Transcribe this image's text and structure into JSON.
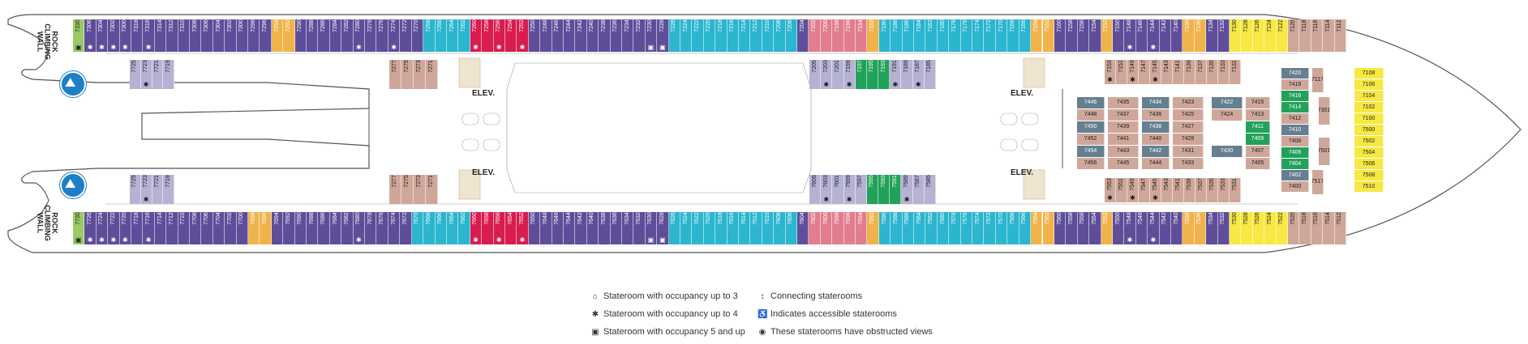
{
  "map": {
    "elevator_label": "ELEV.",
    "wall_label_line1": "ROCK",
    "wall_label_line2": "CLIMBING",
    "wall_label_line3": "WALL"
  },
  "colors": {
    "purple": "#5e4e9a",
    "lavender": "#b5b2d4",
    "teal": "#2bb5cf",
    "orange": "#f0b34b",
    "red": "#d91c50",
    "pink": "#e27d8e",
    "tan": "#cfa79a",
    "slate": "#657f91",
    "green": "#22a15a",
    "yellow": "#f7e843",
    "lime": "#9bc965",
    "hull": "#555555"
  },
  "legend": {
    "occ3": "Stateroom with occupancy up to 3",
    "occ4": "Stateroom with occupancy up to 4",
    "occ5": "Stateroom with occupancy 5 and up",
    "connecting": "Connecting staterooms",
    "accessible": "Indicates accessible staterooms",
    "obstructed": "These staterooms have obstructed views"
  },
  "cabins_top": [
    [
      "7330",
      "lime",
      "5"
    ],
    [
      "7306",
      "purple",
      "*"
    ],
    [
      "7304",
      "purple",
      "*"
    ],
    [
      "7302",
      "purple",
      "*"
    ],
    [
      "7300",
      "purple",
      "*"
    ],
    [
      "7318",
      "purple",
      ""
    ],
    [
      "7316",
      "purple",
      "*"
    ],
    [
      "7314",
      "purple",
      ""
    ],
    [
      "7312",
      "purple",
      ""
    ],
    [
      "7310",
      "purple",
      ""
    ],
    [
      "7308",
      "purple",
      ""
    ],
    [
      "7306",
      "purple",
      ""
    ],
    [
      "7304",
      "purple",
      ""
    ],
    [
      "7302",
      "purple",
      ""
    ],
    [
      "7300",
      "purple",
      ""
    ],
    [
      "7298",
      "purple",
      ""
    ],
    [
      "7296",
      "purple",
      ""
    ],
    [
      "7294",
      "orange",
      ""
    ],
    [
      "7292",
      "orange",
      ""
    ],
    [
      "7290",
      "purple",
      ""
    ],
    [
      "7288",
      "purple",
      ""
    ],
    [
      "7286",
      "purple",
      ""
    ],
    [
      "7284",
      "purple",
      ""
    ],
    [
      "7282",
      "purple",
      ""
    ],
    [
      "7280",
      "purple",
      "*"
    ],
    [
      "7278",
      "purple",
      ""
    ],
    [
      "7276",
      "purple",
      ""
    ],
    [
      "7274",
      "purple",
      "*"
    ],
    [
      "7272",
      "purple",
      ""
    ],
    [
      "7270",
      "purple",
      ""
    ],
    [
      "7268",
      "teal",
      ""
    ],
    [
      "7266",
      "teal",
      ""
    ],
    [
      "7264",
      "teal",
      ""
    ],
    [
      "7262",
      "teal",
      ""
    ],
    [
      "7260",
      "red",
      "*"
    ],
    [
      "7258",
      "red",
      ""
    ],
    [
      "7256",
      "red",
      "*"
    ],
    [
      "7254",
      "red",
      ""
    ],
    [
      "7252",
      "red",
      "*"
    ],
    [
      "7250",
      "purple",
      ""
    ],
    [
      "7248",
      "purple",
      ""
    ],
    [
      "7246",
      "purple",
      ""
    ],
    [
      "7244",
      "purple",
      ""
    ],
    [
      "7242",
      "purple",
      ""
    ],
    [
      "7240",
      "purple",
      ""
    ],
    [
      "7238",
      "purple",
      ""
    ],
    [
      "7236",
      "purple",
      ""
    ],
    [
      "7234",
      "purple",
      ""
    ],
    [
      "7232",
      "purple",
      ""
    ],
    [
      "7230",
      "purple",
      "5"
    ],
    [
      "7228",
      "purple",
      "5"
    ],
    [
      "7226",
      "teal",
      ""
    ],
    [
      "7224",
      "teal",
      ""
    ],
    [
      "7222",
      "teal",
      ""
    ],
    [
      "7220",
      "teal",
      ""
    ],
    [
      "7218",
      "teal",
      ""
    ],
    [
      "7216",
      "teal",
      ""
    ],
    [
      "7214",
      "teal",
      ""
    ],
    [
      "7212",
      "teal",
      ""
    ],
    [
      "7210",
      "teal",
      ""
    ],
    [
      "7208",
      "teal",
      ""
    ],
    [
      "7206",
      "teal",
      ""
    ],
    [
      "7204",
      "purple",
      ""
    ],
    [
      "7202",
      "pink",
      ""
    ],
    [
      "7200",
      "pink",
      ""
    ],
    [
      "7198",
      "pink",
      ""
    ],
    [
      "7196",
      "pink",
      ""
    ],
    [
      "7194",
      "pink",
      ""
    ],
    [
      "7192",
      "orange",
      ""
    ],
    [
      "7190",
      "teal",
      ""
    ],
    [
      "7188",
      "teal",
      ""
    ],
    [
      "7186",
      "teal",
      ""
    ],
    [
      "7184",
      "teal",
      ""
    ],
    [
      "7182",
      "teal",
      ""
    ],
    [
      "7180",
      "teal",
      ""
    ],
    [
      "7178",
      "teal",
      ""
    ],
    [
      "7176",
      "teal",
      ""
    ],
    [
      "7174",
      "teal",
      ""
    ],
    [
      "7172",
      "teal",
      ""
    ],
    [
      "7170",
      "teal",
      ""
    ],
    [
      "7168",
      "teal",
      ""
    ],
    [
      "7166",
      "teal",
      ""
    ],
    [
      "7164",
      "orange",
      ""
    ],
    [
      "7162",
      "orange",
      ""
    ],
    [
      "7160",
      "purple",
      ""
    ],
    [
      "7158",
      "purple",
      ""
    ],
    [
      "7156",
      "purple",
      ""
    ],
    [
      "7154",
      "purple",
      ""
    ],
    [
      "7152",
      "orange",
      ""
    ],
    [
      "7150",
      "purple",
      ""
    ],
    [
      "7148",
      "purple",
      "*"
    ],
    [
      "7146",
      "purple",
      ""
    ],
    [
      "7144",
      "purple",
      "*"
    ],
    [
      "7142",
      "purple",
      ""
    ],
    [
      "7140",
      "purple",
      ""
    ],
    [
      "7138",
      "orange",
      ""
    ],
    [
      "7136",
      "orange",
      ""
    ],
    [
      "7134",
      "purple",
      ""
    ],
    [
      "7132",
      "purple",
      ""
    ],
    [
      "7130",
      "yellow",
      ""
    ],
    [
      "7128",
      "yellow",
      ""
    ],
    [
      "7126",
      "yellow",
      ""
    ],
    [
      "7124",
      "yellow",
      ""
    ],
    [
      "7122",
      "yellow",
      ""
    ],
    [
      "7120",
      "tan",
      ""
    ],
    [
      "7118",
      "tan",
      ""
    ],
    [
      "7116",
      "tan",
      ""
    ],
    [
      "7114",
      "tan",
      ""
    ],
    [
      "7112",
      "tan",
      ""
    ]
  ],
  "cabins_bottom": [
    [
      "7730",
      "lime",
      "5"
    ],
    [
      "7726",
      "purple",
      "*"
    ],
    [
      "7724",
      "purple",
      "*"
    ],
    [
      "7722",
      "purple",
      "*"
    ],
    [
      "7720",
      "purple",
      "*"
    ],
    [
      "7718",
      "purple",
      ""
    ],
    [
      "7716",
      "purple",
      "*"
    ],
    [
      "7714",
      "purple",
      ""
    ],
    [
      "7712",
      "purple",
      ""
    ],
    [
      "7710",
      "purple",
      ""
    ],
    [
      "7708",
      "purple",
      ""
    ],
    [
      "7706",
      "purple",
      ""
    ],
    [
      "7704",
      "purple",
      ""
    ],
    [
      "7702",
      "purple",
      ""
    ],
    [
      "7700",
      "purple",
      ""
    ],
    [
      "7698",
      "orange",
      ""
    ],
    [
      "7696",
      "orange",
      ""
    ],
    [
      "7694",
      "purple",
      ""
    ],
    [
      "7692",
      "purple",
      ""
    ],
    [
      "7690",
      "purple",
      ""
    ],
    [
      "7688",
      "purple",
      ""
    ],
    [
      "7686",
      "purple",
      ""
    ],
    [
      "7684",
      "purple",
      ""
    ],
    [
      "7682",
      "purple",
      ""
    ],
    [
      "7680",
      "purple",
      "*"
    ],
    [
      "7678",
      "purple",
      ""
    ],
    [
      "7676",
      "purple",
      ""
    ],
    [
      "7674",
      "purple",
      ""
    ],
    [
      "7672",
      "purple",
      ""
    ],
    [
      "7670",
      "teal",
      ""
    ],
    [
      "7668",
      "teal",
      ""
    ],
    [
      "7666",
      "teal",
      ""
    ],
    [
      "7664",
      "teal",
      ""
    ],
    [
      "7662",
      "teal",
      ""
    ],
    [
      "7660",
      "red",
      "*"
    ],
    [
      "7658",
      "red",
      ""
    ],
    [
      "7656",
      "red",
      "*"
    ],
    [
      "7654",
      "red",
      ""
    ],
    [
      "7652",
      "red",
      "*"
    ],
    [
      "7650",
      "purple",
      ""
    ],
    [
      "7648",
      "purple",
      ""
    ],
    [
      "7646",
      "purple",
      ""
    ],
    [
      "7644",
      "purple",
      ""
    ],
    [
      "7642",
      "purple",
      ""
    ],
    [
      "7640",
      "purple",
      ""
    ],
    [
      "7638",
      "purple",
      ""
    ],
    [
      "7636",
      "purple",
      ""
    ],
    [
      "7634",
      "purple",
      ""
    ],
    [
      "7632",
      "purple",
      ""
    ],
    [
      "7630",
      "purple",
      "5"
    ],
    [
      "7628",
      "purple",
      "5"
    ],
    [
      "7626",
      "teal",
      ""
    ],
    [
      "7624",
      "teal",
      ""
    ],
    [
      "7622",
      "teal",
      ""
    ],
    [
      "7620",
      "teal",
      ""
    ],
    [
      "7618",
      "teal",
      ""
    ],
    [
      "7616",
      "teal",
      ""
    ],
    [
      "7614",
      "teal",
      ""
    ],
    [
      "7612",
      "teal",
      ""
    ],
    [
      "7610",
      "teal",
      ""
    ],
    [
      "7608",
      "teal",
      ""
    ],
    [
      "7606",
      "teal",
      ""
    ],
    [
      "7604",
      "purple",
      ""
    ],
    [
      "7602",
      "pink",
      ""
    ],
    [
      "7600",
      "pink",
      ""
    ],
    [
      "7598",
      "pink",
      ""
    ],
    [
      "7596",
      "pink",
      ""
    ],
    [
      "7594",
      "pink",
      ""
    ],
    [
      "7592",
      "orange",
      ""
    ],
    [
      "7590",
      "teal",
      ""
    ],
    [
      "7588",
      "teal",
      ""
    ],
    [
      "7586",
      "teal",
      ""
    ],
    [
      "7584",
      "teal",
      ""
    ],
    [
      "7582",
      "teal",
      ""
    ],
    [
      "7580",
      "teal",
      ""
    ],
    [
      "7578",
      "teal",
      ""
    ],
    [
      "7576",
      "teal",
      ""
    ],
    [
      "7574",
      "teal",
      ""
    ],
    [
      "7572",
      "teal",
      ""
    ],
    [
      "7570",
      "teal",
      ""
    ],
    [
      "7568",
      "teal",
      ""
    ],
    [
      "7566",
      "teal",
      ""
    ],
    [
      "7564",
      "orange",
      ""
    ],
    [
      "7562",
      "orange",
      ""
    ],
    [
      "7560",
      "purple",
      ""
    ],
    [
      "7558",
      "purple",
      ""
    ],
    [
      "7556",
      "purple",
      ""
    ],
    [
      "7554",
      "purple",
      ""
    ],
    [
      "7552",
      "orange",
      ""
    ],
    [
      "7550",
      "purple",
      ""
    ],
    [
      "7548",
      "purple",
      "*"
    ],
    [
      "7546",
      "purple",
      ""
    ],
    [
      "7544",
      "purple",
      "*"
    ],
    [
      "7542",
      "purple",
      ""
    ],
    [
      "7540",
      "purple",
      ""
    ],
    [
      "7538",
      "orange",
      ""
    ],
    [
      "7536",
      "orange",
      ""
    ],
    [
      "7534",
      "purple",
      ""
    ],
    [
      "7532",
      "purple",
      ""
    ],
    [
      "7530",
      "yellow",
      ""
    ],
    [
      "7528",
      "yellow",
      ""
    ],
    [
      "7526",
      "yellow",
      ""
    ],
    [
      "7524",
      "yellow",
      ""
    ],
    [
      "7522",
      "yellow",
      ""
    ],
    [
      "7520",
      "tan",
      ""
    ],
    [
      "7518",
      "tan",
      ""
    ],
    [
      "7516",
      "tan",
      ""
    ],
    [
      "7514",
      "tan",
      ""
    ],
    [
      "7512",
      "tan",
      ""
    ]
  ],
  "inner_top": [
    [
      "7725",
      "lavender",
      ""
    ],
    [
      "7723",
      "lavender",
      "*"
    ],
    [
      "7721",
      "lavender",
      ""
    ],
    [
      "7719",
      "lavender",
      ""
    ]
  ],
  "inner_top2": [
    [
      "7277",
      "tan",
      ""
    ],
    [
      "7275",
      "tan",
      ""
    ],
    [
      "7273",
      "tan",
      ""
    ],
    [
      "7271",
      "tan",
      ""
    ]
  ],
  "inner_center_top": [
    [
      "7205",
      "lavender",
      ""
    ],
    [
      "7203",
      "lavender",
      "*"
    ],
    [
      "7201",
      "lavender",
      ""
    ],
    [
      "7199",
      "lavender",
      "*"
    ],
    [
      "7197",
      "green",
      ""
    ],
    [
      "7195",
      "green",
      ""
    ],
    [
      "7193",
      "green",
      ""
    ],
    [
      "7191",
      "lavender",
      "*"
    ],
    [
      "7189",
      "lavender",
      ""
    ],
    [
      "7187",
      "lavender",
      "*"
    ],
    [
      "7185",
      "lavender",
      ""
    ]
  ],
  "inner_center_bottom": [
    [
      "7605",
      "lavender",
      ""
    ],
    [
      "7603",
      "lavender",
      "*"
    ],
    [
      "7601",
      "lavender",
      ""
    ],
    [
      "7599",
      "lavender",
      "*"
    ],
    [
      "7597",
      "lavender",
      ""
    ],
    [
      "7595",
      "green",
      ""
    ],
    [
      "7593",
      "green",
      ""
    ],
    [
      "7591",
      "green",
      ""
    ],
    [
      "7589",
      "lavender",
      "*"
    ],
    [
      "7587",
      "lavender",
      ""
    ],
    [
      "7585",
      "lavender",
      ""
    ]
  ],
  "inner_fwd_top": [
    [
      "7153",
      "tan",
      "*"
    ],
    [
      "7151",
      "tan",
      ""
    ],
    [
      "7149",
      "tan",
      "*"
    ],
    [
      "7147",
      "tan",
      ""
    ],
    [
      "7145",
      "tan",
      "*"
    ],
    [
      "7143",
      "tan",
      ""
    ],
    [
      "7141",
      "tan",
      ""
    ],
    [
      "7139",
      "tan",
      ""
    ],
    [
      "7137",
      "tan",
      ""
    ],
    [
      "7135",
      "tan",
      ""
    ],
    [
      "7133",
      "tan",
      ""
    ],
    [
      "7131",
      "tan",
      ""
    ]
  ],
  "inner_fwd_bottom": [
    [
      "7553",
      "tan",
      "*"
    ],
    [
      "7551",
      "tan",
      ""
    ],
    [
      "7549",
      "tan",
      "*"
    ],
    [
      "7547",
      "tan",
      ""
    ],
    [
      "7545",
      "tan",
      "*"
    ],
    [
      "7543",
      "tan",
      ""
    ],
    [
      "7541",
      "tan",
      ""
    ],
    [
      "7539",
      "tan",
      ""
    ],
    [
      "7537",
      "tan",
      ""
    ],
    [
      "7535",
      "tan",
      ""
    ],
    [
      "7533",
      "tan",
      ""
    ],
    [
      "7531",
      "tan",
      ""
    ]
  ],
  "fwd_grid": [
    [
      "7446",
      "slate"
    ],
    [
      "7448",
      "tan"
    ],
    [
      "7450",
      "slate"
    ],
    [
      "7452",
      "tan"
    ],
    [
      "7454",
      "slate"
    ],
    [
      "7456",
      "tan"
    ],
    [
      "7435",
      "tan"
    ],
    [
      "7437",
      "tan"
    ],
    [
      "7439",
      "tan"
    ],
    [
      "7441",
      "tan"
    ],
    [
      "7443",
      "tan"
    ],
    [
      "7445",
      "tan"
    ],
    [
      "7434",
      "slate"
    ],
    [
      "7436",
      "tan"
    ],
    [
      "7438",
      "slate"
    ],
    [
      "7440",
      "tan"
    ],
    [
      "7442",
      "slate"
    ],
    [
      "7444",
      "tan"
    ],
    [
      "7423",
      "tan"
    ],
    [
      "7425",
      "tan"
    ],
    [
      "7427",
      "tan"
    ],
    [
      "7429",
      "tan"
    ],
    [
      "7431",
      "tan"
    ],
    [
      "7433",
      "tan"
    ],
    [
      "7422",
      "slate"
    ],
    [
      "7424",
      "tan"
    ],
    [
      "7430",
      "slate"
    ],
    [
      "7415",
      "tan"
    ],
    [
      "7413",
      "tan"
    ],
    [
      "7411",
      "green"
    ],
    [
      "7409",
      "green"
    ],
    [
      "7407",
      "tan"
    ],
    [
      "7405",
      "tan"
    ],
    [
      "7420",
      "slate"
    ],
    [
      "7418",
      "tan"
    ],
    [
      "7416",
      "green"
    ],
    [
      "7414",
      "green"
    ],
    [
      "7412",
      "tan"
    ],
    [
      "7410",
      "slate"
    ],
    [
      "7408",
      "tan"
    ],
    [
      "7406",
      "green"
    ],
    [
      "7404",
      "green"
    ],
    [
      "7402",
      "slate"
    ],
    [
      "7400",
      "tan"
    ],
    [
      "7117",
      "tan"
    ],
    [
      "7301",
      "tan"
    ],
    [
      "7501",
      "tan"
    ],
    [
      "7517",
      "tan"
    ],
    [
      "7108",
      "yellow"
    ],
    [
      "7106",
      "yellow"
    ],
    [
      "7104",
      "yellow"
    ],
    [
      "7102",
      "yellow"
    ],
    [
      "7100",
      "yellow"
    ],
    [
      "7500",
      "yellow"
    ],
    [
      "7502",
      "yellow"
    ],
    [
      "7504",
      "yellow"
    ],
    [
      "7506",
      "yellow"
    ],
    [
      "7508",
      "yellow"
    ],
    [
      "7510",
      "yellow"
    ]
  ]
}
